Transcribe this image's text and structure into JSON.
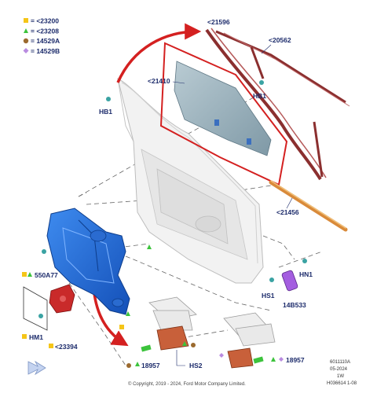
{
  "legend": [
    {
      "symbol": "square",
      "color": "#f5c518",
      "text": "= <23200"
    },
    {
      "symbol": "triangle",
      "color": "#3cc33c",
      "text": "= <23208"
    },
    {
      "symbol": "circle",
      "color": "#9b6a2f",
      "text": "= 14529A"
    },
    {
      "symbol": "diamond",
      "color": "#b98be0",
      "text": "= 14529B"
    }
  ],
  "parts": {
    "glass": "<21410",
    "outer_run": "<21596",
    "belt_trim": "<20562",
    "bolt_hb1_glass": "HB1",
    "bolt_hb1_door": "HB1",
    "weatherstrip": "<21456",
    "regulator_bolt": "550A77",
    "motor": "<23394",
    "motor_bolt": "HM1",
    "switch_nut_hn1": "HN1",
    "switch_screw_hs1": "HS1",
    "module": "14B533",
    "switch_left_part": "18957",
    "switch_screw_hs2": "HS2",
    "switch_right_part": "18957"
  },
  "footer": {
    "code1": "6011110A",
    "code2": "05-2024",
    "code3": "1W",
    "code4": "H036614 1-08",
    "copyright": "© Copyright, 2019 - 2024, Ford Motor Company Limited."
  },
  "colors": {
    "label": "#1c2b6b",
    "highlight_red": "#d42020",
    "regulator_blue": "#1e6fd9",
    "trim_brown": "#8b2f2f",
    "weatherstrip_orange": "#d98a3a",
    "module_purple": "#a45ee0"
  }
}
